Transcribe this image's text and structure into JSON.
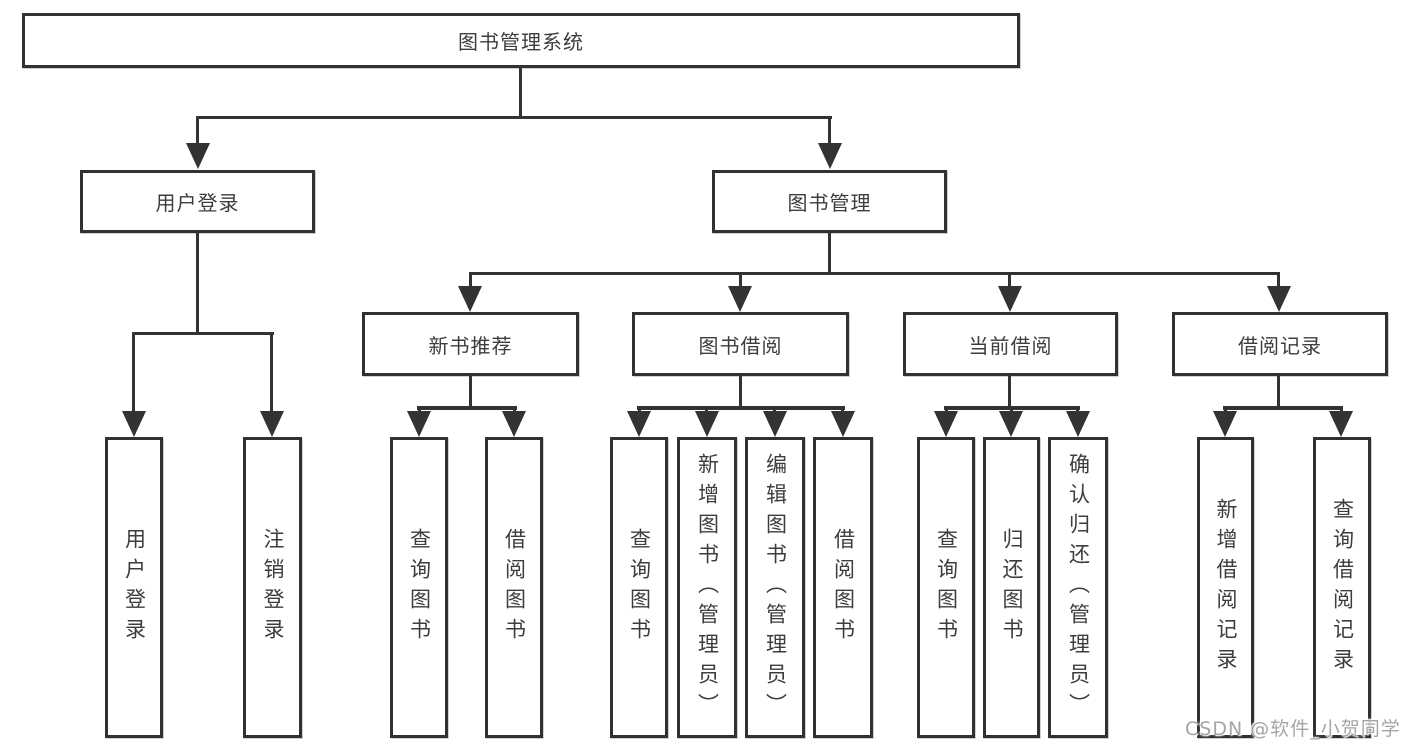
{
  "root": {
    "label": "图书管理系统"
  },
  "branches": [
    {
      "label": "用户登录",
      "children": [
        {
          "label": "用户登录"
        },
        {
          "label": "注销登录"
        }
      ]
    },
    {
      "label": "图书管理",
      "children": [
        {
          "label": "新书推荐",
          "children": [
            {
              "label": "查询图书"
            },
            {
              "label": "借阅图书"
            }
          ]
        },
        {
          "label": "图书借阅",
          "children": [
            {
              "label": "查询图书"
            },
            {
              "label": "新增图书（管理员）"
            },
            {
              "label": "编辑图书（管理员）"
            },
            {
              "label": "借阅图书"
            }
          ]
        },
        {
          "label": "当前借阅",
          "children": [
            {
              "label": "查询图书"
            },
            {
              "label": "归还图书"
            },
            {
              "label": "确认归还（管理员）"
            }
          ]
        },
        {
          "label": "借阅记录",
          "children": [
            {
              "label": "新增借阅记录"
            },
            {
              "label": "查询借阅记录"
            }
          ]
        }
      ]
    }
  ],
  "watermark": "CSDN @软件_小贺同学",
  "colors": {
    "line": "#333333",
    "box_border": "#313131",
    "box_fill": "#ffffff",
    "text": "#3d3d3d",
    "watermark": "#a5a5a5"
  }
}
